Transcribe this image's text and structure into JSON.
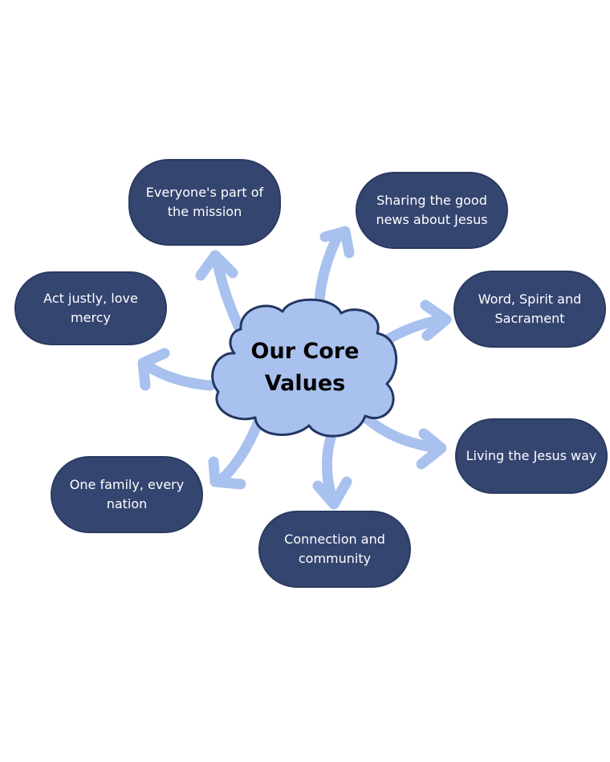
{
  "diagram": {
    "center": {
      "title": "Our Core\nValues"
    },
    "values": [
      {
        "id": "mission",
        "label": "Everyone's part of\nthe mission"
      },
      {
        "id": "good-news",
        "label": "Sharing the good\nnews about Jesus"
      },
      {
        "id": "justice",
        "label": "Act justly, love mercy"
      },
      {
        "id": "word",
        "label": "Word, Spirit and\nSacrament"
      },
      {
        "id": "jesus-way",
        "label": "Living the Jesus way"
      },
      {
        "id": "family",
        "label": "One family, every\nnation"
      },
      {
        "id": "community",
        "label": "Connection and\ncommunity"
      }
    ]
  },
  "colors": {
    "node_fill": "#344570",
    "node_text": "#ffffff",
    "cloud_fill": "#a9c1ee",
    "cloud_stroke": "#243763",
    "arrow": "#a9c1ee"
  }
}
